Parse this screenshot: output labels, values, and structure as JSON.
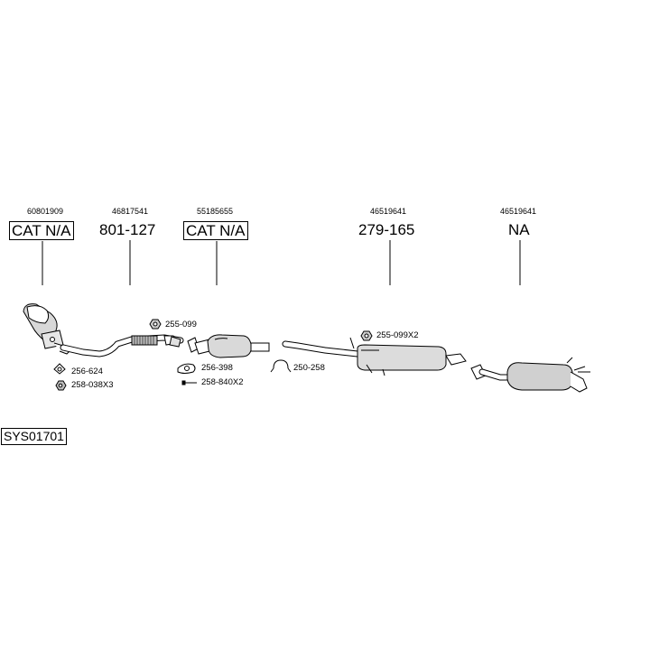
{
  "parts": [
    {
      "oe": "60801909",
      "ref": "CAT N/A",
      "boxed": true
    },
    {
      "oe": "46817541",
      "ref": "801-127",
      "boxed": false
    },
    {
      "oe": "55185655",
      "ref": "CAT N/A",
      "boxed": true
    },
    {
      "oe": "46519641",
      "ref": "279-165",
      "boxed": false
    },
    {
      "oe": "46519641",
      "ref": "NA",
      "boxed": false
    }
  ],
  "fittings": [
    {
      "label": "255-099",
      "icon": "nut-icon"
    },
    {
      "label": "256-624",
      "icon": "gasket-icon"
    },
    {
      "label": "258-038X3",
      "icon": "nut-icon"
    },
    {
      "label": "256-398",
      "icon": "gasket-icon"
    },
    {
      "label": "258-840X2",
      "icon": "bolt-icon"
    },
    {
      "label": "250-258",
      "icon": "clamp-icon"
    },
    {
      "label": "255-099X2",
      "icon": "nut-icon"
    }
  ],
  "system_code": "SYS01701"
}
